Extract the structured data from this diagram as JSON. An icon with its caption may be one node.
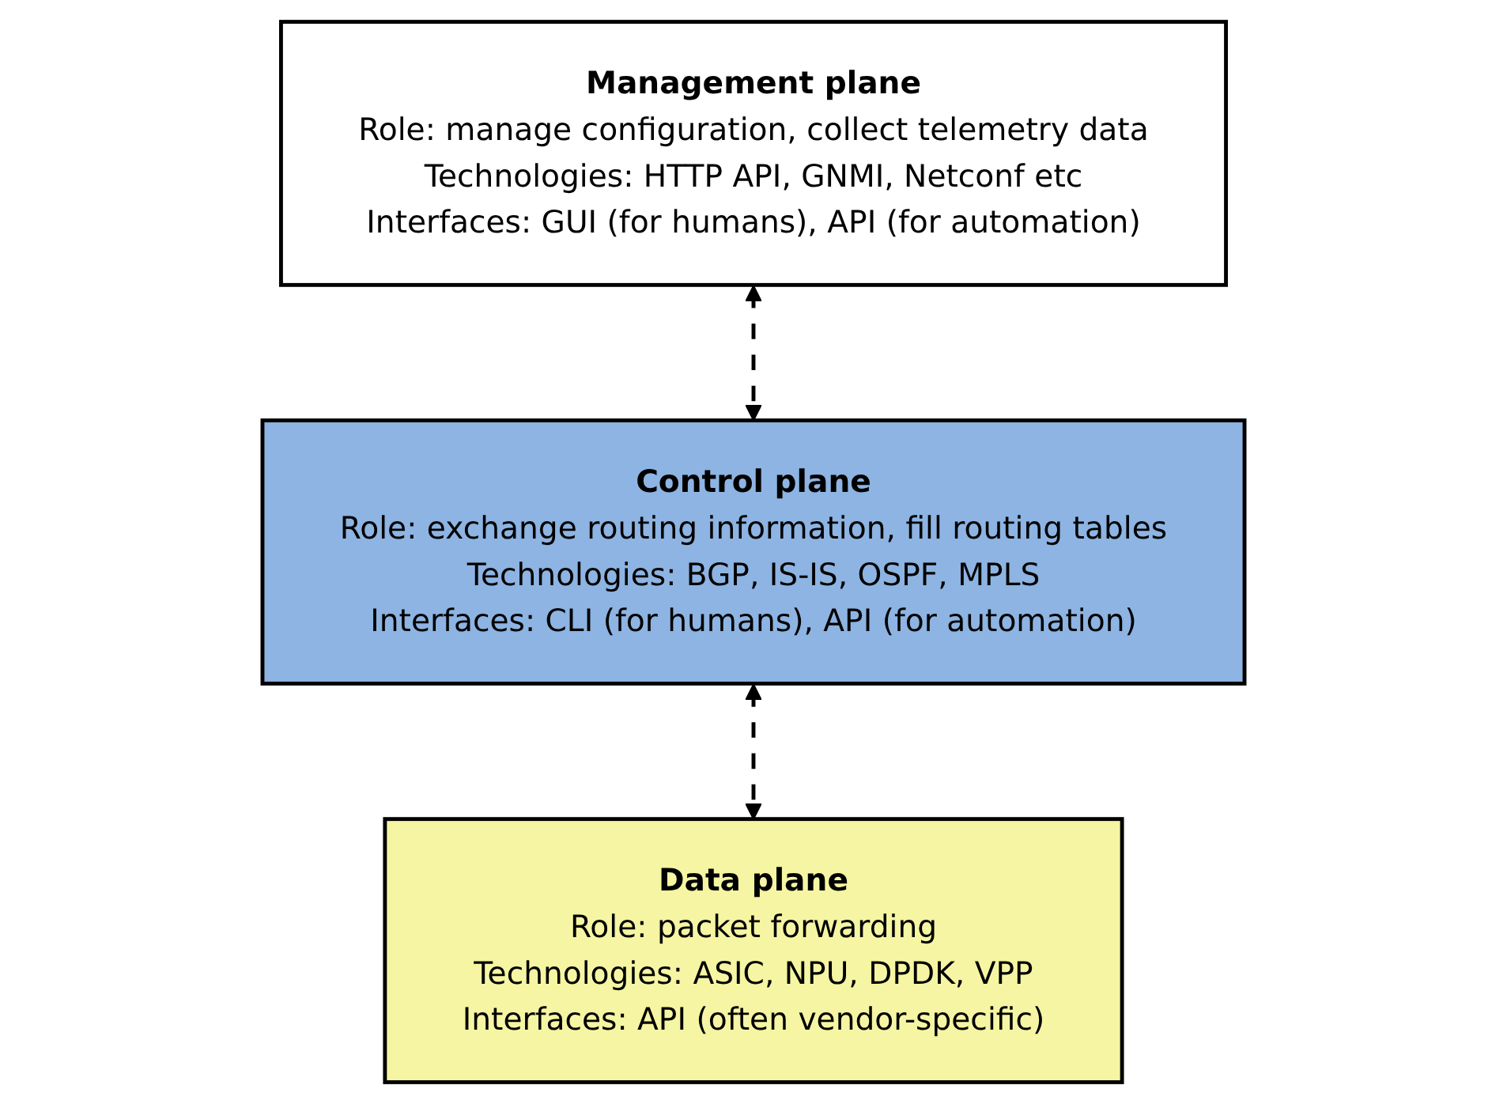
{
  "diagram": {
    "nodes": [
      {
        "text": [
          "Management plane",
          "Role: manage configuration, collect telemetry data",
          "Technologies: HTTP API, GNMI, Netconf etc",
          "Interfaces: GUI (for humans), API (for automation)"
        ]
      },
      {
        "text": [
          "Control plane",
          "Role: exchange routing information, fill routing tables",
          "Technologies: BGP, IS-IS, OSPF, MPLS",
          "Interfaces: CLI (for humans), API (for automation)"
        ]
      },
      {
        "text": [
          "Data plane",
          "Role: packet forwarding",
          "Technologies: ASIC, NPU, DPDK, VPP",
          "Interfaces: API (often vendor-specific)"
        ]
      }
    ],
    "edges": [
      {
        "from": 0,
        "to": 1,
        "arrow": "both",
        "style": "dashed"
      },
      {
        "from": 1,
        "to": 2,
        "arrow": "both",
        "style": "dashed"
      }
    ]
  }
}
